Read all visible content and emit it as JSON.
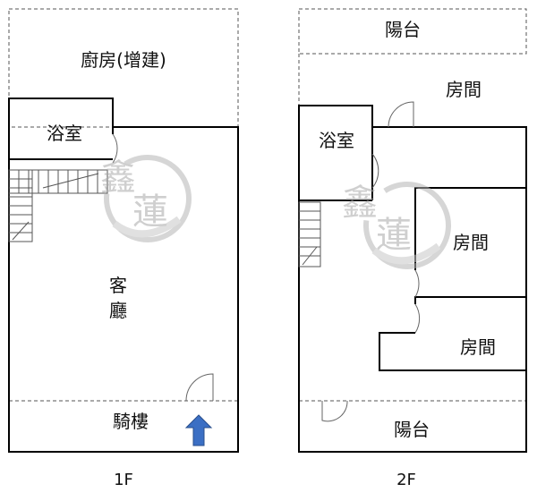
{
  "floor_1": {
    "floor_label": "1F",
    "rooms": {
      "kitchen": "廚房(增建)",
      "bathroom": "浴室",
      "living_room": "客\n廳",
      "arcade": "騎樓"
    }
  },
  "floor_2": {
    "floor_label": "2F",
    "rooms": {
      "balcony_top": "陽台",
      "room_top": "房間",
      "bathroom": "浴室",
      "room_mid": "房間",
      "room_bottom": "房間",
      "balcony_bottom": "陽台"
    }
  },
  "watermark": {
    "text": "鑫蓮"
  },
  "colors": {
    "wall": "#000000",
    "dashed": "#555555",
    "entrance_arrow": "#3b6fc4",
    "watermark": "#b5b5b5"
  }
}
